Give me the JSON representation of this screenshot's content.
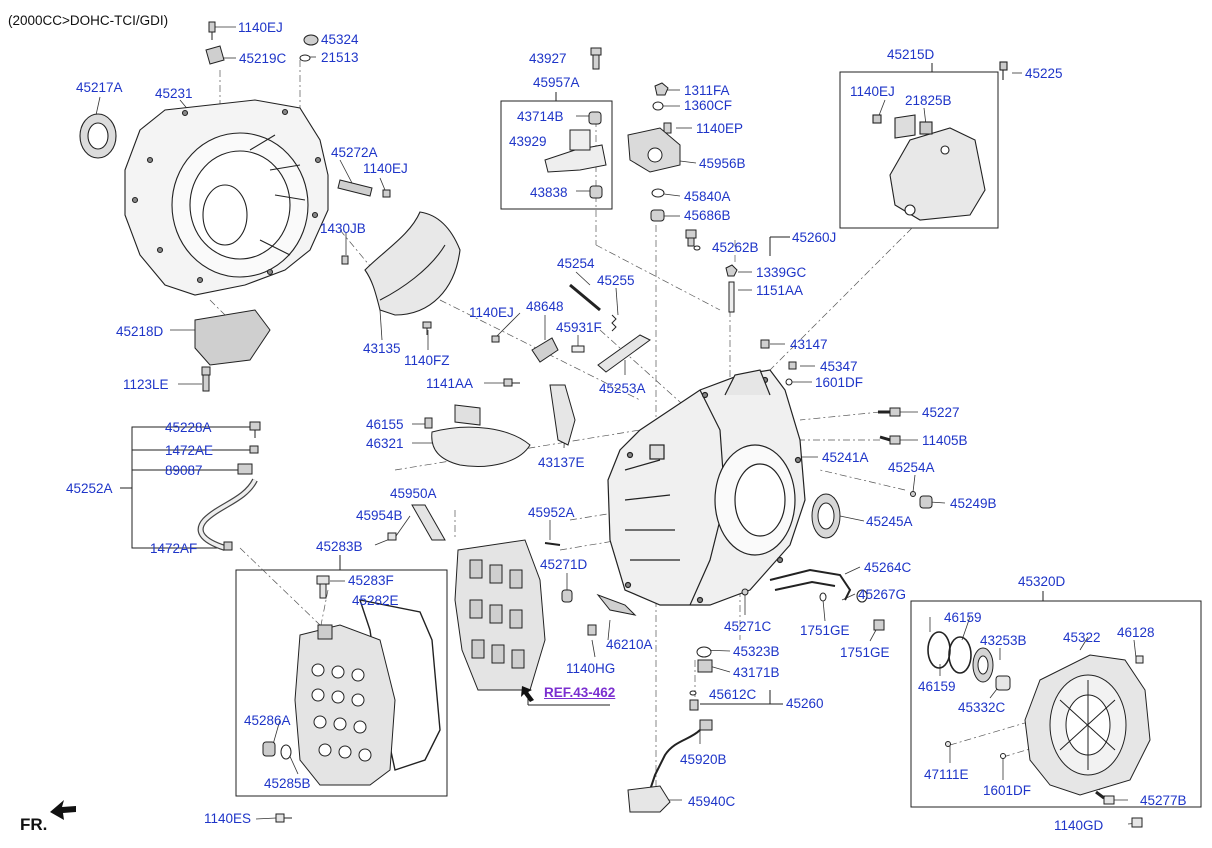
{
  "header": {
    "engine_note": "(2000CC>DOHC-TCI/GDI)"
  },
  "direction_label": "FR.",
  "reference": "REF.43-462",
  "parts": {
    "p1140ej_a": "1140EJ",
    "p45324": "45324",
    "p45219c": "45219C",
    "p21513": "21513",
    "p45217a": "45217A",
    "p45231": "45231",
    "p45272a": "45272A",
    "p1140ej_b": "1140EJ",
    "p1430jb": "1430JB",
    "p45218d": "45218D",
    "p1123le": "1123LE",
    "p43135": "43135",
    "p1140fz": "1140FZ",
    "p43927": "43927",
    "p45957a": "45957A",
    "p43714b": "43714B",
    "p43929": "43929",
    "p43838": "43838",
    "p1311fa": "1311FA",
    "p1360cf": "1360CF",
    "p1140ep": "1140EP",
    "p45956b": "45956B",
    "p45840a": "45840A",
    "p45686b": "45686B",
    "p45262b": "45262B",
    "p45260j": "45260J",
    "p1339gc": "1339GC",
    "p1151aa": "1151AA",
    "p45215d": "45215D",
    "p1140ej_c": "1140EJ",
    "p21825b": "21825B",
    "p45225": "45225",
    "p45254": "45254",
    "p45255": "45255",
    "p1140ej_d": "1140EJ",
    "p48648": "48648",
    "p45931f": "45931F",
    "p45253a": "45253A",
    "p43147": "43147",
    "p45347": "45347",
    "p1601df_a": "1601DF",
    "p1141aa": "1141AA",
    "p45227": "45227",
    "p46155": "46155",
    "p11405b": "11405B",
    "p46321": "46321",
    "p43137e": "43137E",
    "p45241a": "45241A",
    "p45254a": "45254A",
    "p45249b": "45249B",
    "p45228a": "45228A",
    "p1472ae": "1472AE",
    "p89087": "89087",
    "p45252a": "45252A",
    "p1472af": "1472AF",
    "p45950a": "45950A",
    "p45954b": "45954B",
    "p45952a": "45952A",
    "p45245a": "45245A",
    "p45283b": "45283B",
    "p45283f": "45283F",
    "p45282e": "45282E",
    "p45271d": "45271D",
    "p45264c": "45264C",
    "p45267g": "45267G",
    "p45271c": "45271C",
    "p1751ge_a": "1751GE",
    "p1751ge_b": "1751GE",
    "p46210a": "46210A",
    "p45323b": "45323B",
    "p43171b": "43171B",
    "p1140hg": "1140HG",
    "p45612c": "45612C",
    "p45260": "45260",
    "p45286a": "45286A",
    "p45285b": "45285B",
    "p45920b": "45920B",
    "p45940c": "45940C",
    "p1140es": "1140ES",
    "p45320d": "45320D",
    "p46159_a": "46159",
    "p43253b": "43253B",
    "p45322": "45322",
    "p46128": "46128",
    "p46159_b": "46159",
    "p45332c": "45332C",
    "p47111e": "47111E",
    "p1601df_b": "1601DF",
    "p45277b": "45277B",
    "p1140gd": "1140GD"
  }
}
